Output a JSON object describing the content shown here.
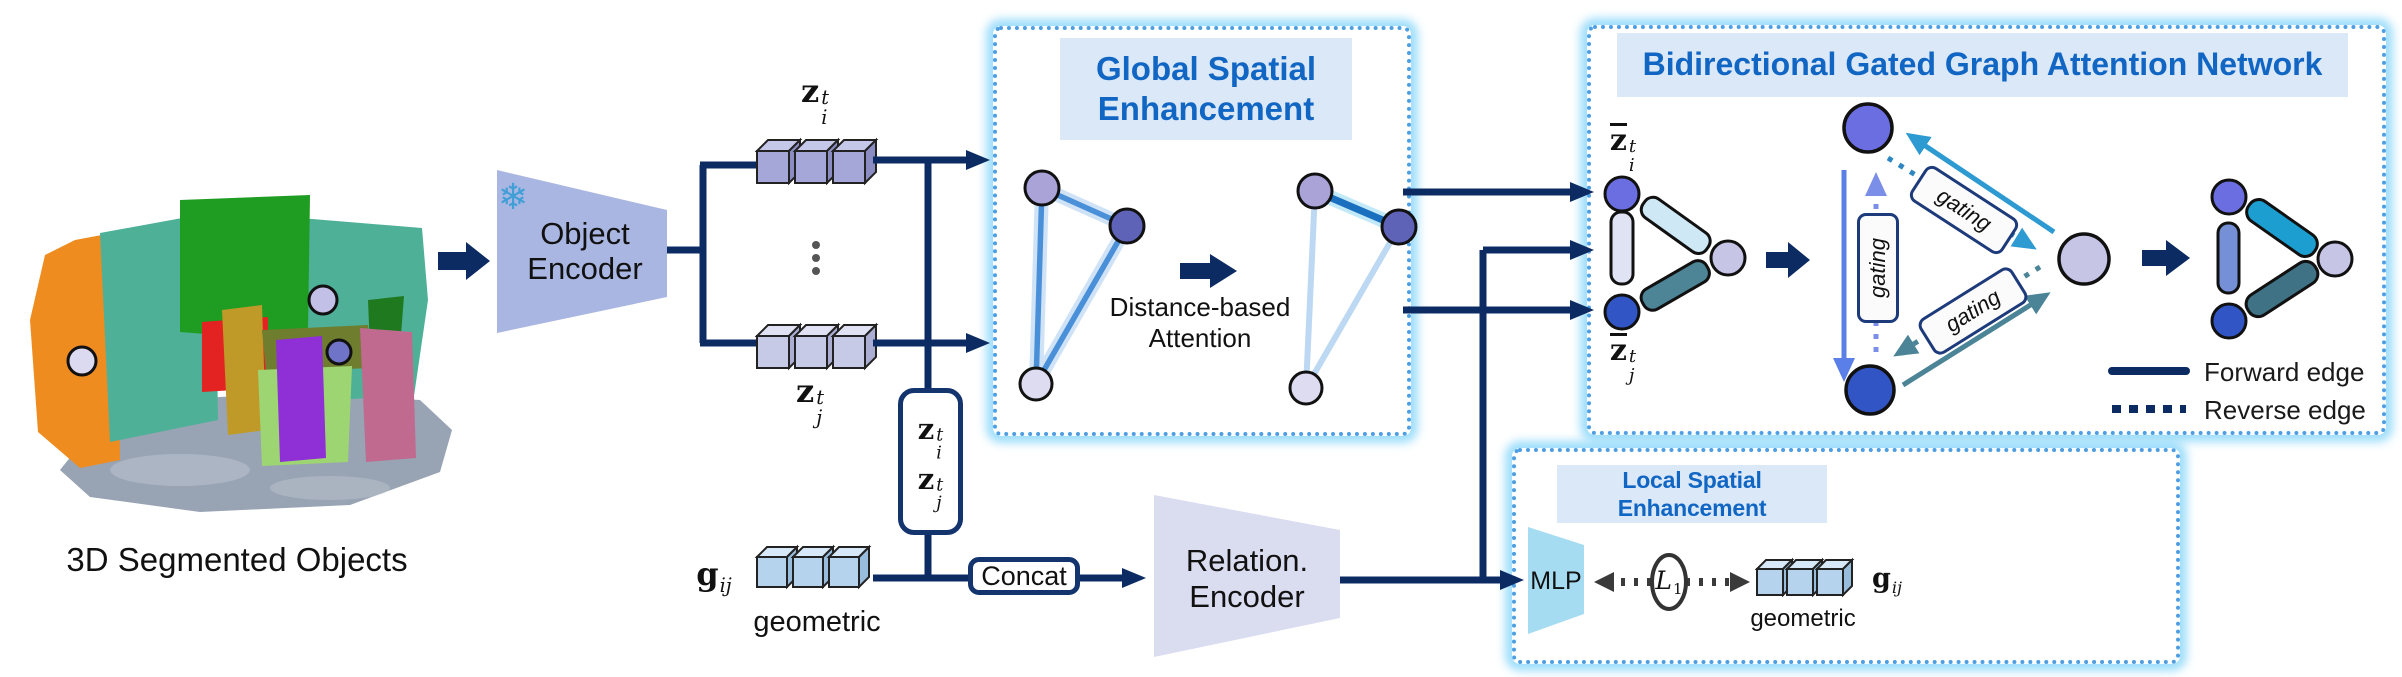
{
  "scene": {
    "caption": "3D Segmented Objects"
  },
  "object_encoder": {
    "line1": "Object",
    "line2": "Encoder",
    "frozen_glyph": "❄"
  },
  "features": {
    "z_i": {
      "base": "z",
      "sup": "t",
      "sub": "i"
    },
    "z_j": {
      "base": "z",
      "sup": "t",
      "sub": "j"
    },
    "g_ij": {
      "base": "g",
      "sub": "ij"
    },
    "geometric": "geometric"
  },
  "concat": {
    "label": "Concat"
  },
  "relation_encoder": {
    "line1": "Relation.",
    "line2": "Encoder"
  },
  "global_spatial": {
    "title_line1": "Global Spatial",
    "title_line2": "Enhancement",
    "attention_line1": "Distance-based",
    "attention_line2": "Attention"
  },
  "bggan": {
    "title": "Bidirectional Gated Graph Attention Network",
    "zbar_i": {
      "base": "z",
      "sup": "t",
      "sub": "i"
    },
    "zbar_j": {
      "base": "z",
      "sup": "t",
      "sub": "j"
    },
    "gating": "gating",
    "legend": {
      "forward": "Forward edge",
      "reverse": "Reverse edge"
    }
  },
  "local_spatial": {
    "title": "Local Spatial Enhancement",
    "mlp": "MLP",
    "loss": {
      "base": "L",
      "sub": "1"
    },
    "g_ij": {
      "base": "g",
      "sub": "ij"
    },
    "geometric": "geometric"
  },
  "colors": {
    "navy": "#0d2b63",
    "box_border": "#4d9ee3",
    "box_glow": "#b5e6fb",
    "title_bg": "#dbe8f8",
    "title_text": "#1166c4"
  }
}
